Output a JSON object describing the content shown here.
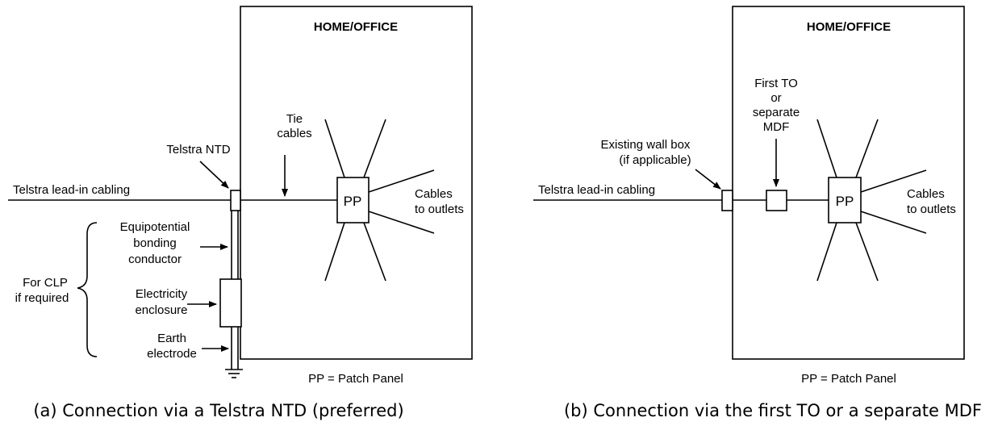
{
  "colors": {
    "line": "#000000",
    "background": "#ffffff"
  },
  "panel_a": {
    "building_label": "HOME/OFFICE",
    "lead_in": "Telstra lead-in cabling",
    "ntd_label": "Telstra NTD",
    "tie_cables": [
      "Tie",
      "cables"
    ],
    "pp": "PP",
    "cables_to_outlets": [
      "Cables",
      "to outlets"
    ],
    "bonding_conductor": [
      "Equipotential",
      "bonding",
      "conductor"
    ],
    "electricity_enclosure": [
      "Electricity",
      "enclosure"
    ],
    "earth_electrode": [
      "Earth",
      "electrode"
    ],
    "clp_note": [
      "For CLP",
      "if required"
    ],
    "legend": "PP = Patch Panel",
    "caption": "(a)   Connection via a Telstra NTD (preferred)"
  },
  "panel_b": {
    "building_label": "HOME/OFFICE",
    "lead_in": "Telstra lead-in cabling",
    "wall_box": [
      "Existing wall box",
      "(if applicable)"
    ],
    "first_to": [
      "First TO",
      "or",
      "separate",
      "MDF"
    ],
    "pp": "PP",
    "cables_to_outlets": [
      "Cables",
      "to outlets"
    ],
    "legend": "PP = Patch Panel",
    "caption": "(b)   Connection via the first TO or a separate MDF"
  }
}
